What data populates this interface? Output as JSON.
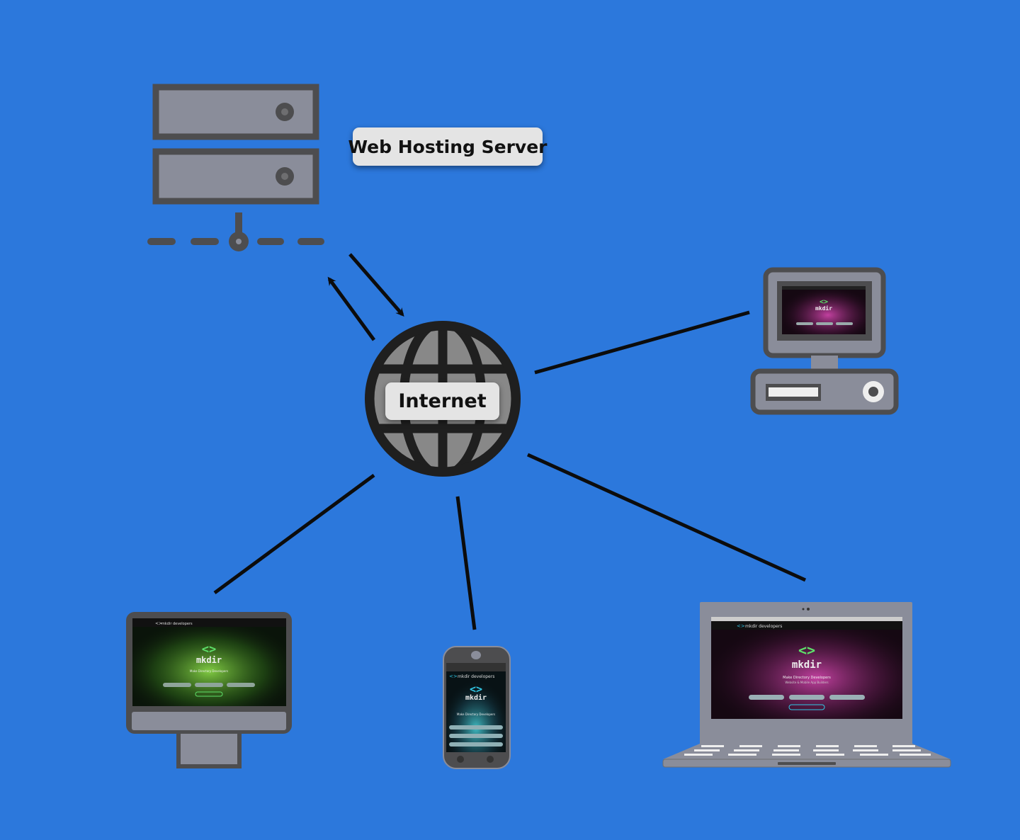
{
  "labels": {
    "server": "Web Hosting Server",
    "internet": "Internet"
  },
  "screen_content": {
    "brand": "mkdir",
    "brand_full": "mkdir developers",
    "tagline_1": "Make Directory Developers",
    "tagline_2": "Website & Mobile App Builders"
  },
  "colors": {
    "background": "#2c78dc",
    "device_dark": "#4d4d4f",
    "device_fill": "#8a8d9a",
    "globe_dark": "#1f1f1f",
    "globe_fill": "#888888",
    "label_bg": "#e4e4e4",
    "link_line": "#0c0c0c",
    "logo_green": "#5ee06a",
    "logo_cyan": "#32c8e6"
  },
  "icons": {
    "server": "server-rack-icon",
    "globe": "globe-icon",
    "desktop": "desktop-tower-icon",
    "monitor": "imac-monitor-icon",
    "phone": "smartphone-icon",
    "laptop": "laptop-icon"
  }
}
